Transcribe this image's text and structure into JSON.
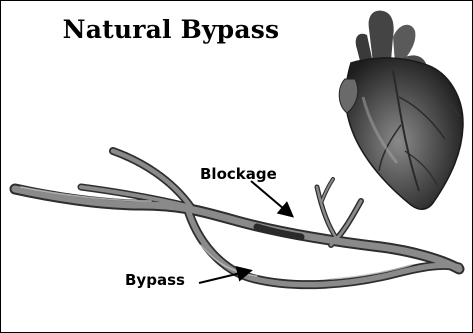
{
  "title": "Natural Bypass",
  "labels": {
    "blockage": "Blockage",
    "bypass": "Bypass"
  },
  "colors": {
    "vessel": "#6e6e6e",
    "vessel_dark": "#3f3f3f",
    "heart": "#555555",
    "arrow": "#000000"
  },
  "icons": {
    "heart": "heart-illustration",
    "vessels": "coronary-vessel-illustration"
  }
}
